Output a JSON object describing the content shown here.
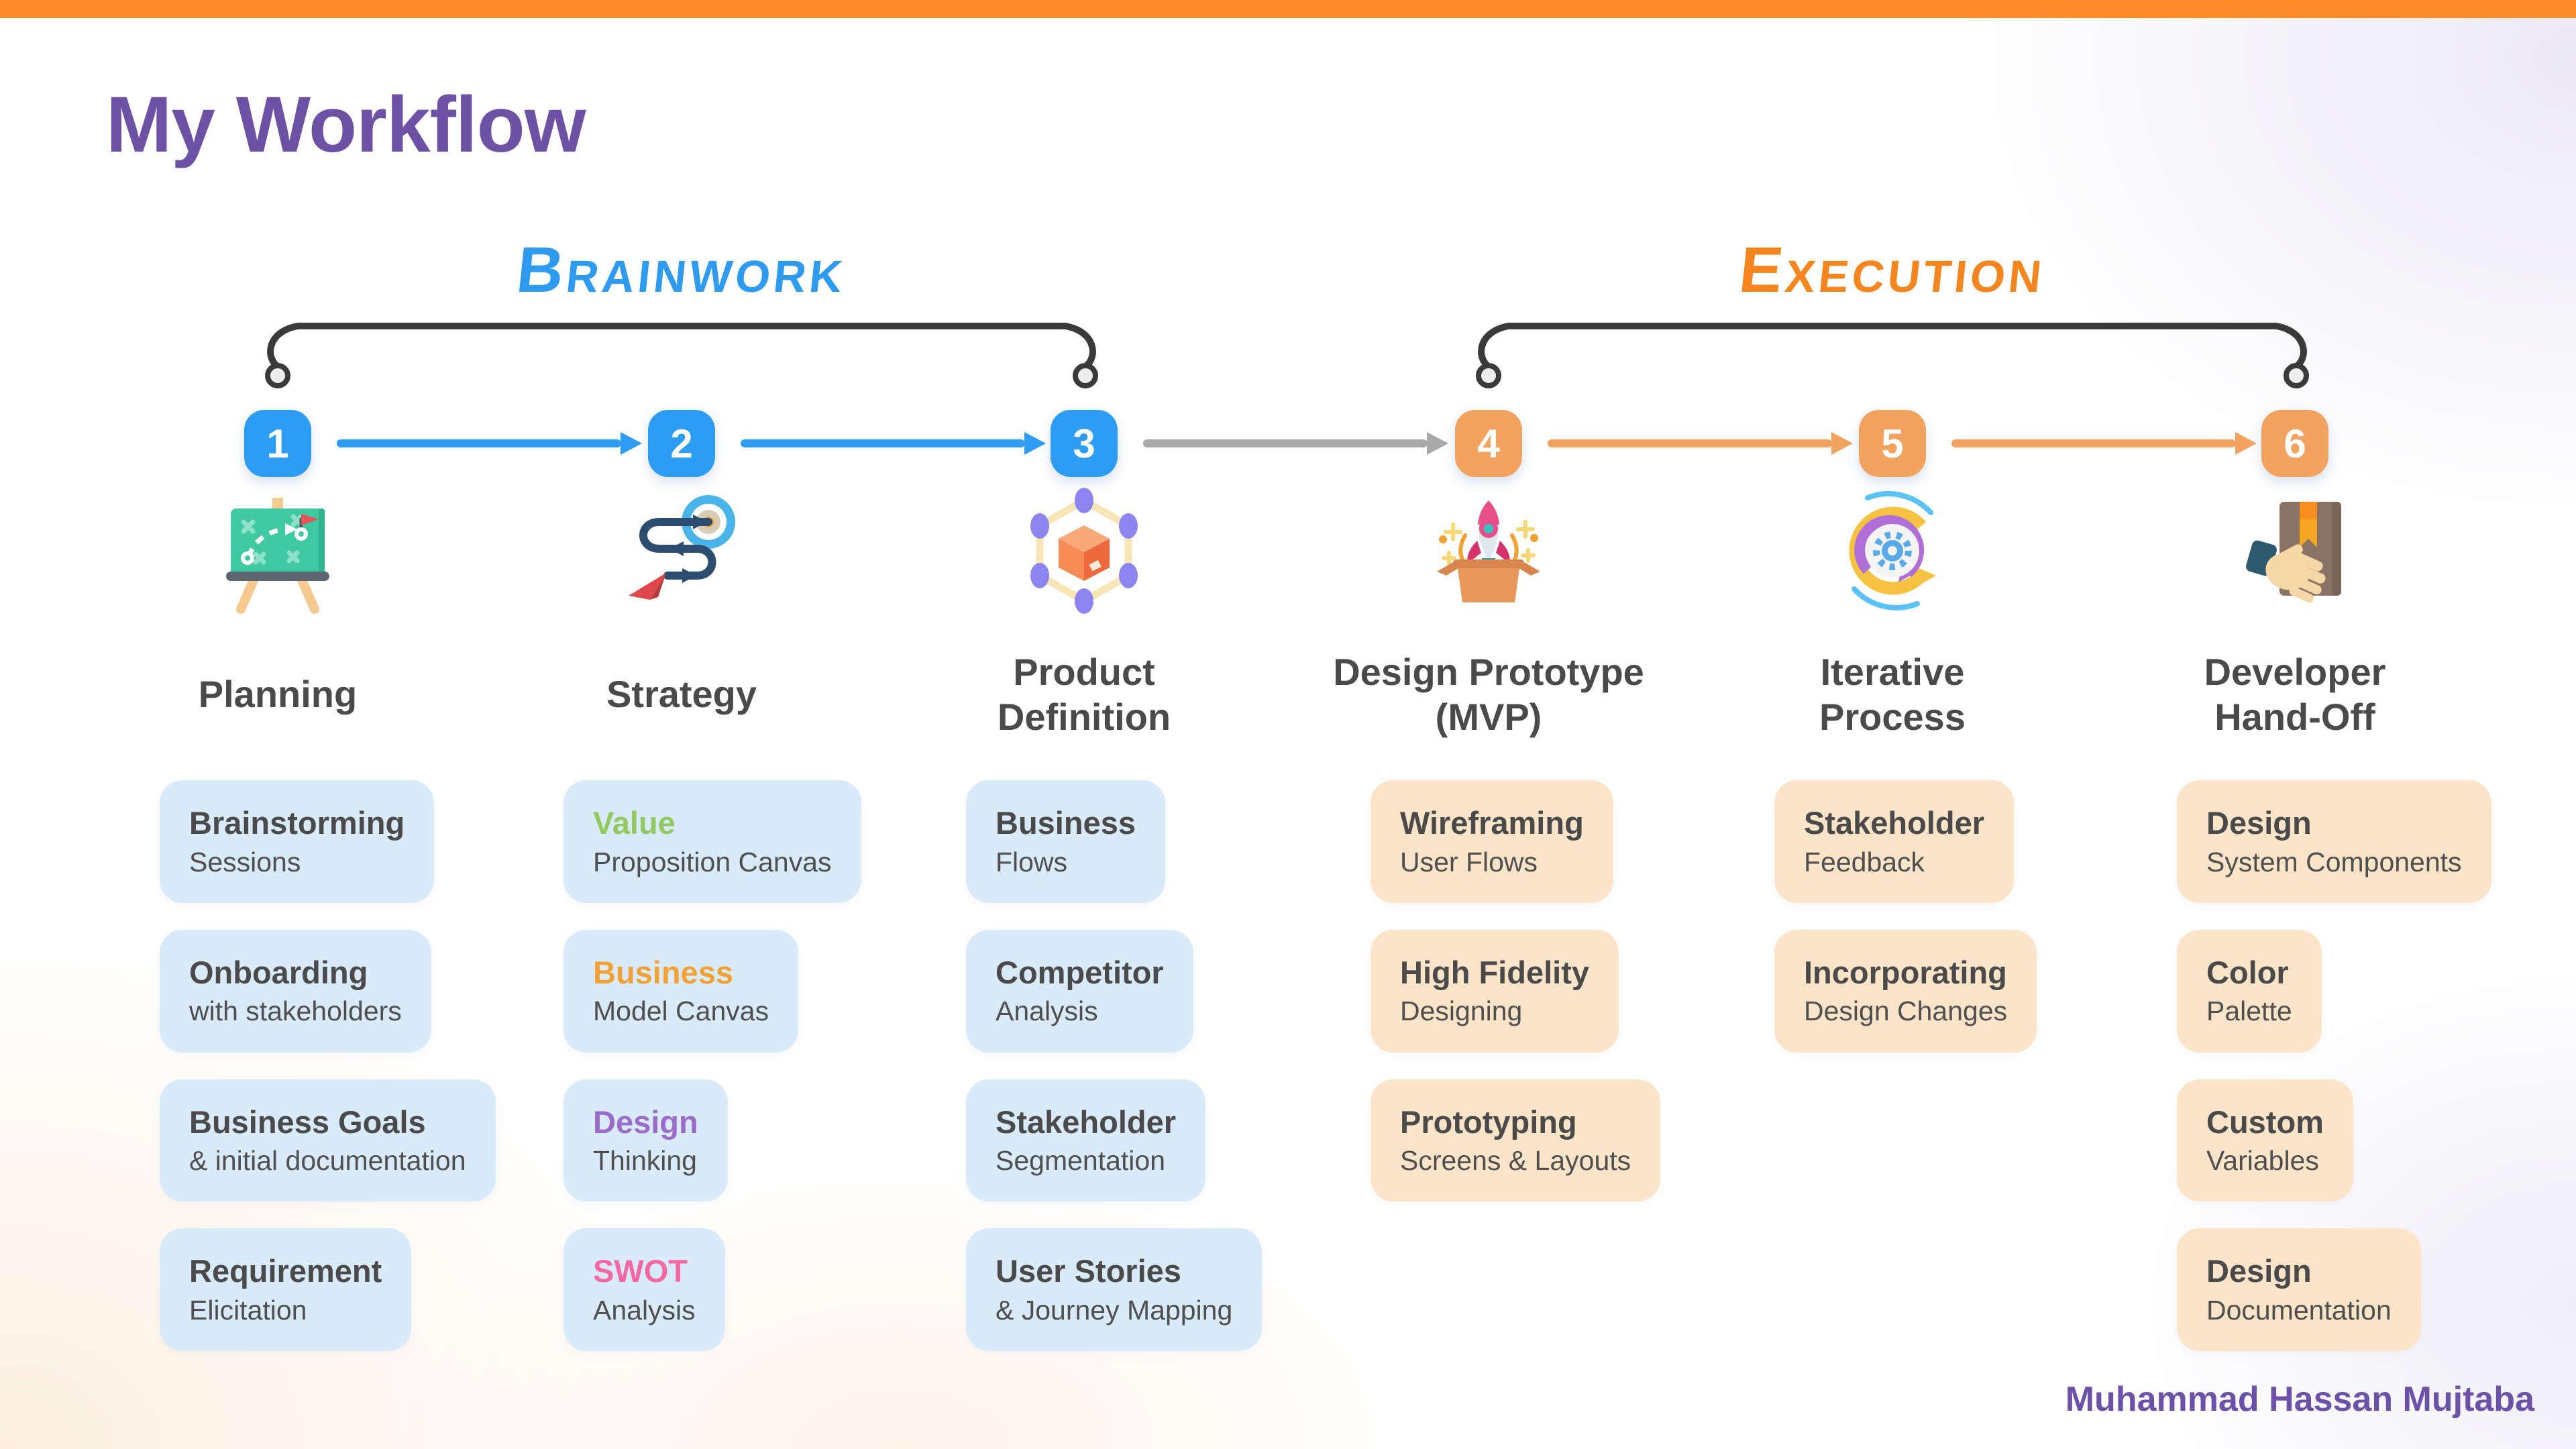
{
  "page": {
    "title": "My Workflow",
    "title_color": "#6C51A5",
    "top_bar_color": "#FB8C28",
    "author": "Muhammad Hassan Mujtaba",
    "author_color": "#6C51A8"
  },
  "phases": [
    {
      "label": "Brainwork",
      "color": "#2E9BF0",
      "steps": "1-3"
    },
    {
      "label": "Execution",
      "color": "#F5861F",
      "steps": "4-6"
    }
  ],
  "connectors": [
    {
      "from": "1",
      "to": "2",
      "color": "#2D9CF4"
    },
    {
      "from": "2",
      "to": "3",
      "color": "#2D9CF4"
    },
    {
      "from": "3",
      "to": "4",
      "color": "#A8A8A8"
    },
    {
      "from": "4",
      "to": "5",
      "color": "#F2A360"
    },
    {
      "from": "5",
      "to": "6",
      "color": "#F2A360"
    }
  ],
  "steps": [
    {
      "number": "1",
      "title_lines": [
        "Planning"
      ],
      "icon": "planning-board-icon",
      "badge_color": "#2D9CF4",
      "card_bg": "#D9EBFA",
      "cards": [
        {
          "title": "Brainstorming",
          "subtitle": "Sessions"
        },
        {
          "title": "Onboarding",
          "subtitle": "with stakeholders"
        },
        {
          "title": "Business Goals",
          "subtitle": "& initial documentation"
        },
        {
          "title": "Requirement",
          "subtitle": "Elicitation"
        }
      ]
    },
    {
      "number": "2",
      "title_lines": [
        "Strategy"
      ],
      "icon": "strategy-target-icon",
      "badge_color": "#2D9CF4",
      "card_bg": "#D9EBFA",
      "cards": [
        {
          "title": "Value",
          "subtitle": "Proposition Canvas",
          "title_color": "#92C960"
        },
        {
          "title": "Business",
          "subtitle": "Model Canvas",
          "title_color": "#F2A134"
        },
        {
          "title": "Design",
          "subtitle": "Thinking",
          "title_color": "#9B6BC9"
        },
        {
          "title": "SWOT",
          "subtitle": "Analysis",
          "title_color": "#F668A2"
        }
      ]
    },
    {
      "number": "3",
      "title_lines": [
        "Product",
        "Definition"
      ],
      "icon": "product-network-icon",
      "badge_color": "#2D9CF4",
      "card_bg": "#D9EBFA",
      "cards": [
        {
          "title": "Business",
          "subtitle": "Flows"
        },
        {
          "title": "Competitor",
          "subtitle": "Analysis"
        },
        {
          "title": "Stakeholder",
          "subtitle": "Segmentation"
        },
        {
          "title": "User Stories",
          "subtitle": "& Journey Mapping"
        }
      ]
    },
    {
      "number": "4",
      "title_lines": [
        "Design Prototype",
        "(MVP)"
      ],
      "icon": "mvp-rocket-icon",
      "badge_color": "#F2A360",
      "card_bg": "#FCE4C9",
      "cards": [
        {
          "title": "Wireframing",
          "subtitle": "User Flows"
        },
        {
          "title": "High Fidelity",
          "subtitle": "Designing"
        },
        {
          "title": "Prototyping",
          "subtitle": "Screens & Layouts"
        }
      ]
    },
    {
      "number": "5",
      "title_lines": [
        "Iterative",
        "Process"
      ],
      "icon": "iterative-loop-icon",
      "badge_color": "#F2A360",
      "card_bg": "#FCE4C9",
      "cards": [
        {
          "title": "Stakeholder",
          "subtitle": "Feedback"
        },
        {
          "title": "Incorporating",
          "subtitle": "Design Changes"
        }
      ]
    },
    {
      "number": "6",
      "title_lines": [
        "Developer",
        "Hand-Off"
      ],
      "icon": "package-handoff-icon",
      "badge_color": "#F2A360",
      "card_bg": "#FCE4C9",
      "cards": [
        {
          "title": "Design",
          "subtitle": "System Components"
        },
        {
          "title": "Color",
          "subtitle": "Palette"
        },
        {
          "title": "Custom",
          "subtitle": "Variables"
        },
        {
          "title": "Design",
          "subtitle": "Documentation"
        }
      ]
    }
  ]
}
